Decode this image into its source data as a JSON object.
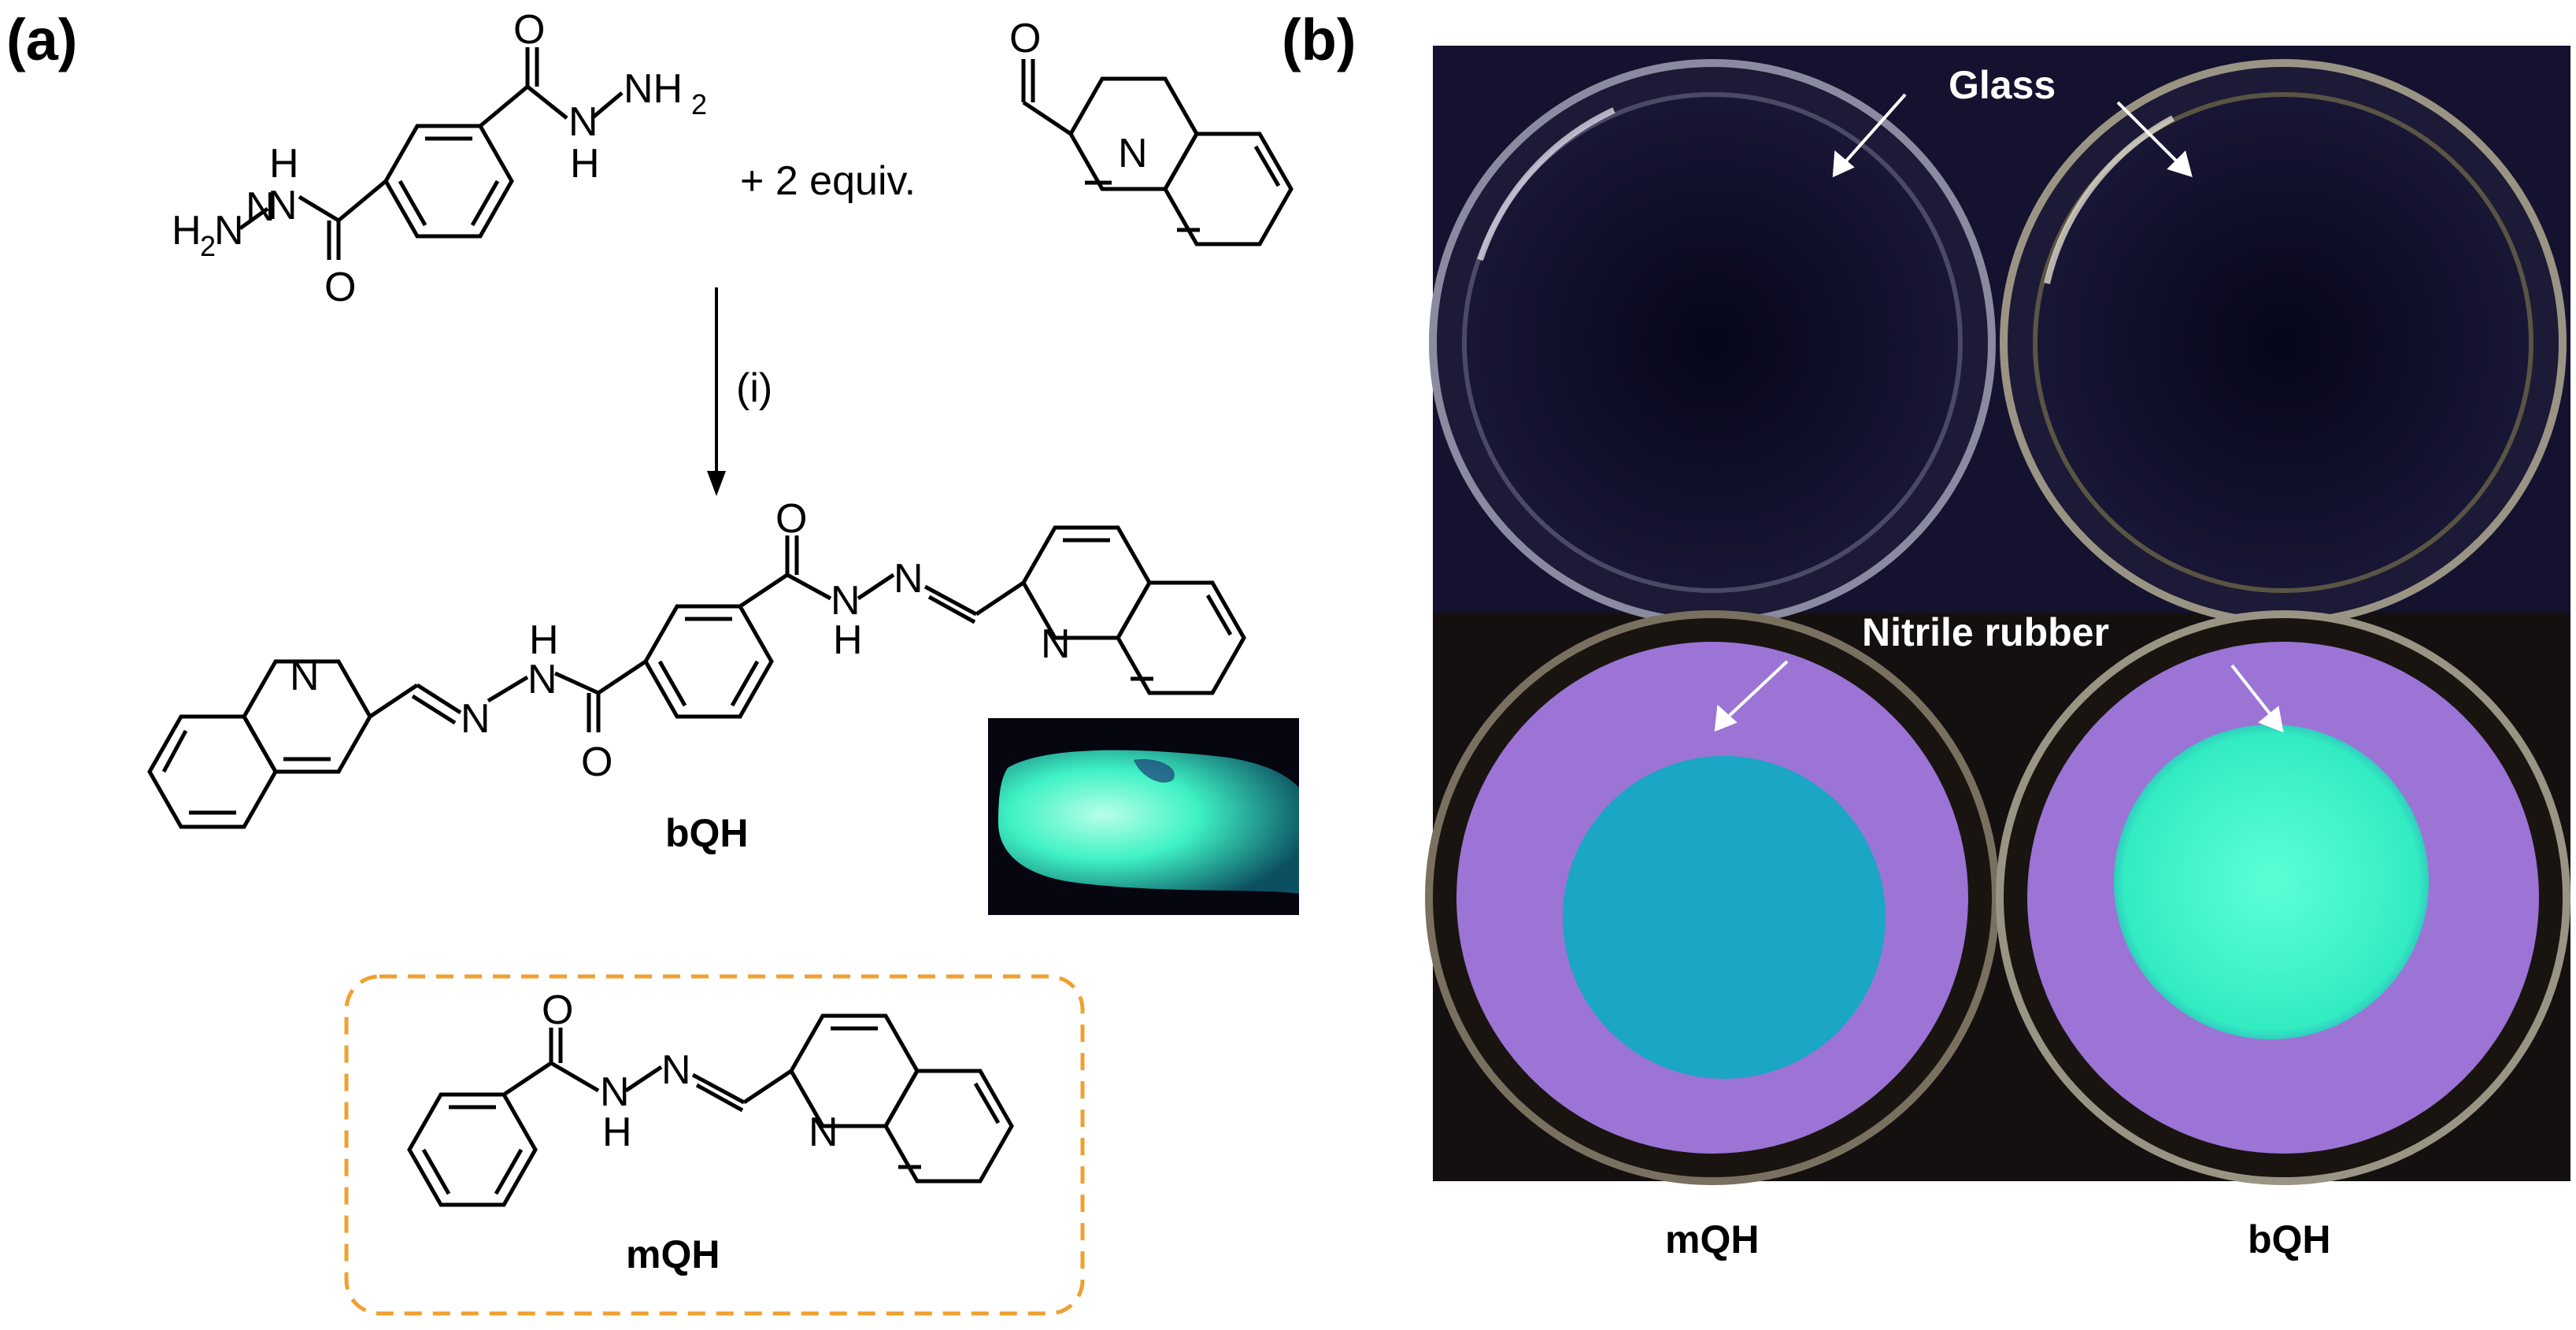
{
  "panel_a": {
    "label": "(a)",
    "reagent_text": "+ 2 equiv.",
    "condition": "(i)",
    "product_label": "bQH",
    "reference_label": "mQH",
    "atoms": {
      "O": "O",
      "N": "N",
      "H": "H",
      "NH": "NH",
      "H2N": "H",
      "two": "2"
    }
  },
  "panel_b": {
    "label": "(b)",
    "glass_label": "Glass",
    "rubber_label": "Nitrile rubber",
    "column_labels": [
      "mQH",
      "bQH"
    ]
  },
  "colors": {
    "dashed_box": "#f0a030",
    "photo_bg": "#0b0b1c",
    "rubber_disc": "#9b74d6",
    "mqh_spot": "#1aa6c4",
    "bqh_spot": "#3df0c8"
  }
}
